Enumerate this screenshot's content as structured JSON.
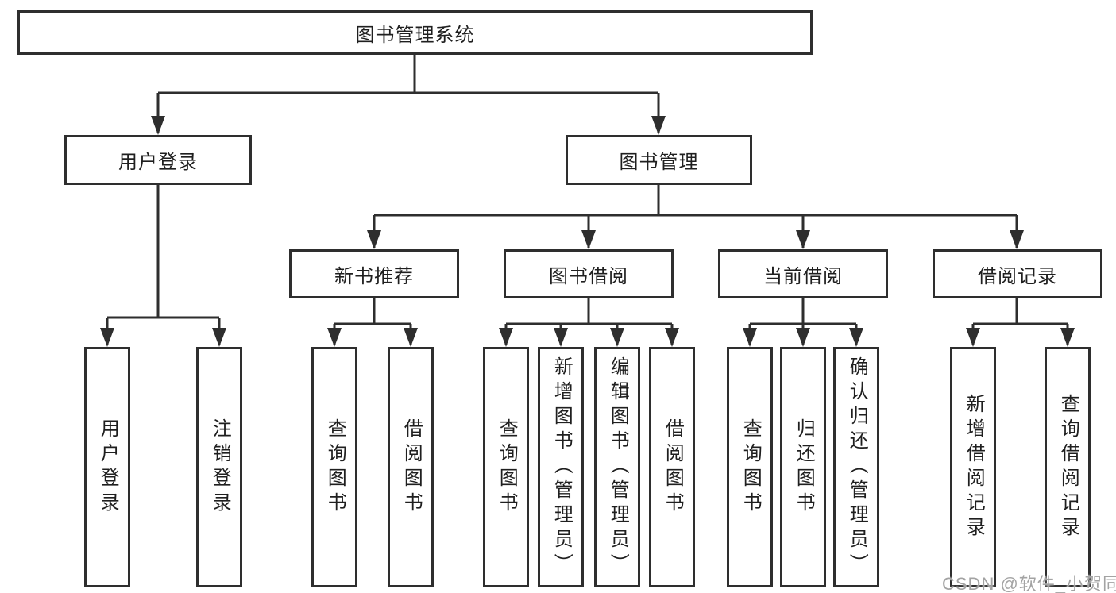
{
  "tree": {
    "label": "图书管理系统",
    "children": [
      {
        "label": "用户登录",
        "children": [
          {
            "label": "用户登录"
          },
          {
            "label": "注销登录"
          }
        ]
      },
      {
        "label": "图书管理",
        "children": [
          {
            "label": "新书推荐",
            "children": [
              {
                "label": "查询图书"
              },
              {
                "label": "借阅图书"
              }
            ]
          },
          {
            "label": "图书借阅",
            "children": [
              {
                "label": "查询图书"
              },
              {
                "label": "新增图书（管理员）"
              },
              {
                "label": "编辑图书（管理员）"
              },
              {
                "label": "借阅图书"
              }
            ]
          },
          {
            "label": "当前借阅",
            "children": [
              {
                "label": "查询图书"
              },
              {
                "label": "归还图书"
              },
              {
                "label": "确认归还（管理员）"
              }
            ]
          },
          {
            "label": "借阅记录",
            "children": [
              {
                "label": "新增借阅记录"
              },
              {
                "label": "查询借阅记录"
              }
            ]
          }
        ]
      }
    ]
  },
  "watermark": {
    "text": "CSDN @软件_小贺同学"
  },
  "colors": {
    "line": "#2e2e2e",
    "box_border": "#2e2e2e",
    "text": "#1f1f1f",
    "watermark": "#a3a3a3",
    "background": "#ffffff"
  }
}
